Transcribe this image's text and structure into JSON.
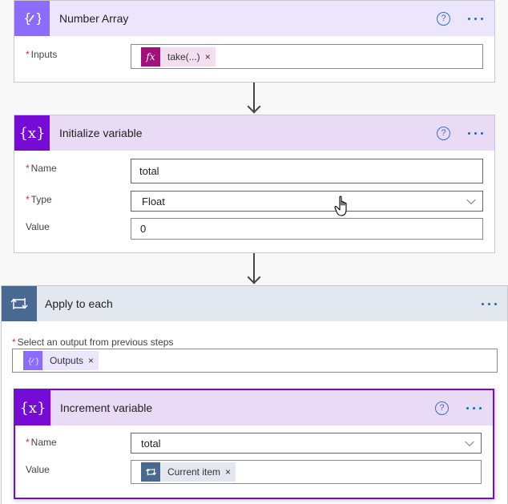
{
  "cards": {
    "number_array": {
      "title": "Number Array",
      "header_bg": "#ece6fd",
      "icon_bg": "#8c6cff",
      "icon": "compose-pencil-braces-icon",
      "fields": {
        "inputs": {
          "label": "Inputs",
          "required": "*",
          "token": {
            "icon": "fx-icon",
            "icon_text": "fx",
            "text": "take(...)",
            "remove": "×",
            "icon_bg": "#a4107b",
            "bg": "#f4dff0"
          }
        }
      }
    },
    "initialize_variable": {
      "title": "Initialize variable",
      "header_bg": "#e9dbf6",
      "icon_bg": "#770bd6",
      "icon": "variable-braces-icon",
      "icon_text": "{x}",
      "fields": {
        "name": {
          "label": "Name",
          "required": "*",
          "value": "total"
        },
        "type": {
          "label": "Type",
          "required": "*",
          "value": "Float"
        },
        "value": {
          "label": "Value",
          "value": "0"
        }
      }
    },
    "apply_to_each": {
      "title": "Apply to each",
      "header_bg": "#e3e8f0",
      "icon_bg": "#486991",
      "icon": "loop-icon",
      "fields": {
        "select_output": {
          "label": "Select an output from previous steps",
          "required": "*",
          "token": {
            "icon": "compose-pencil-braces-icon",
            "text": "Outputs",
            "remove": "×",
            "icon_bg": "#8c6cff",
            "bg": "#ece6fd"
          }
        }
      }
    },
    "increment_variable": {
      "title": "Increment variable",
      "header_bg": "#e9dbf6",
      "icon_bg": "#770bd6",
      "border": "#770bd6",
      "icon": "variable-braces-icon",
      "icon_text": "{x}",
      "fields": {
        "name": {
          "label": "Name",
          "required": "*",
          "value": "total"
        },
        "value": {
          "label": "Value",
          "token": {
            "icon": "loop-icon",
            "text": "Current item",
            "remove": "×",
            "icon_bg": "#486991",
            "bg": "#e3e8f0"
          }
        }
      }
    }
  },
  "common": {
    "help": "?"
  }
}
